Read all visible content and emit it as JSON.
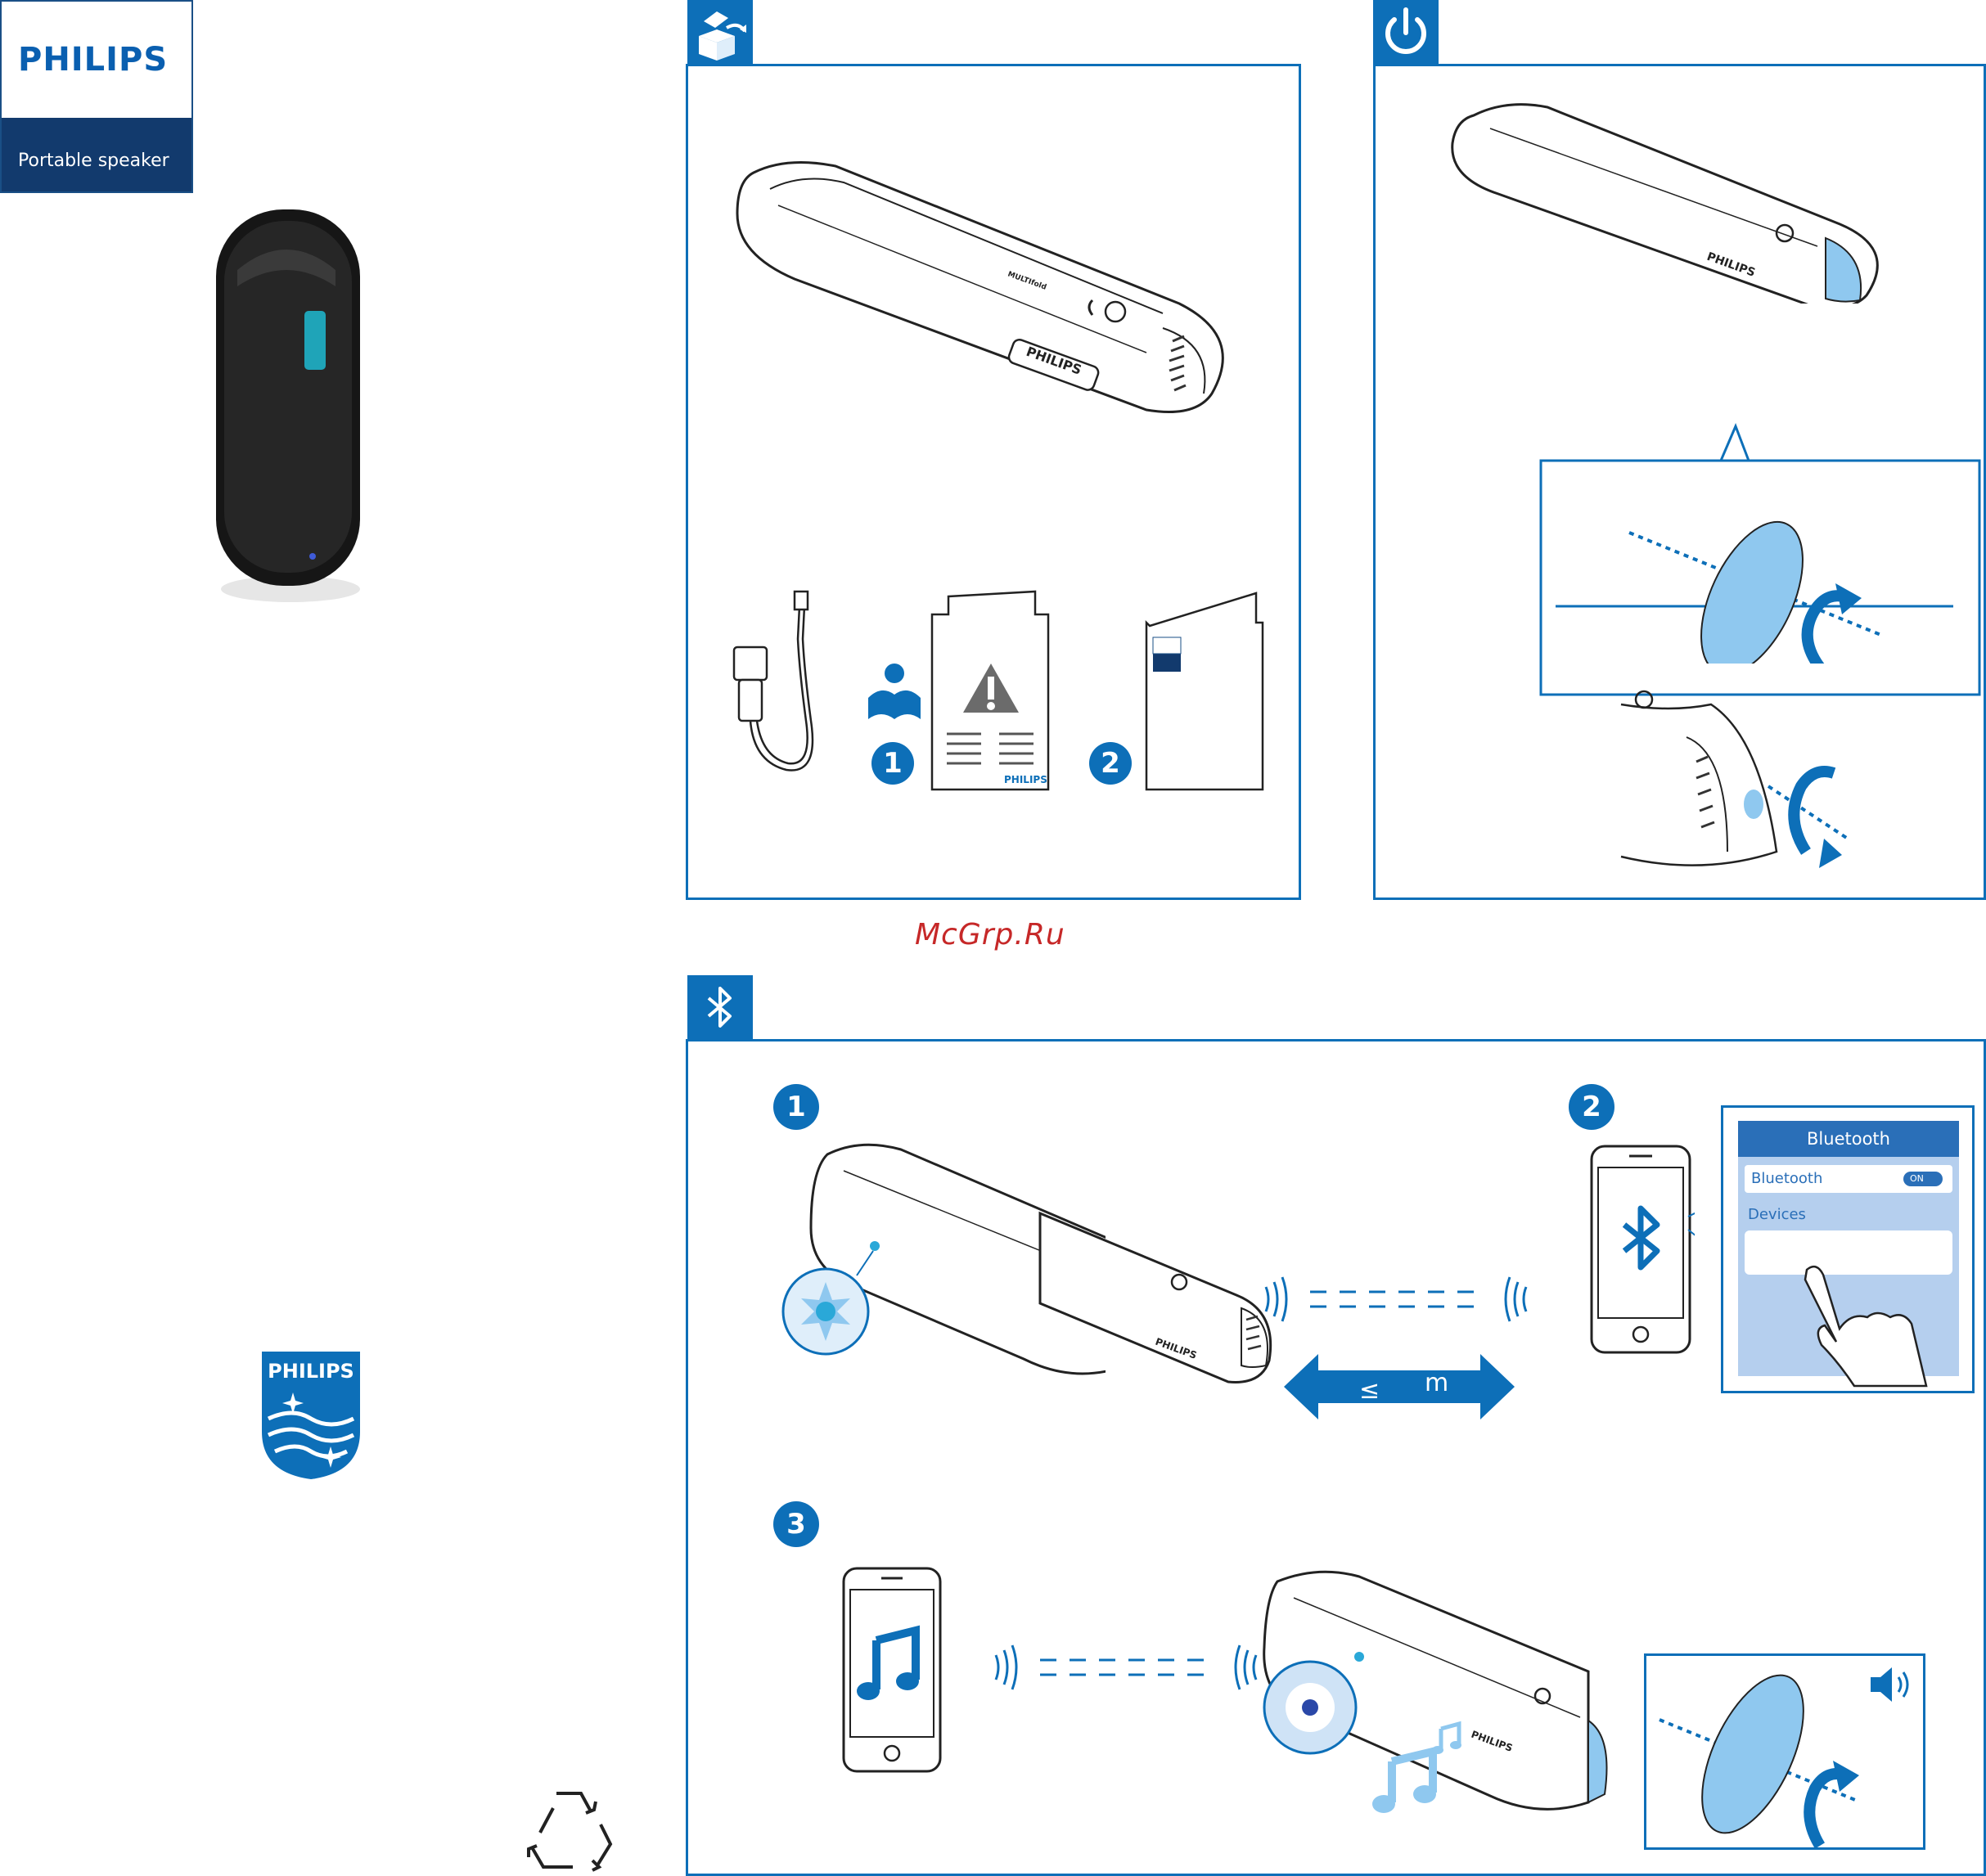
{
  "brand": {
    "logo": "PHILIPS",
    "product": "Portable speaker"
  },
  "watermark": "McGrp.Ru",
  "box_section": {
    "step1": "1",
    "step2": "2",
    "leaflet_brand": "PHILIPS",
    "speaker_brand": "PHILIPS"
  },
  "power_section": {
    "speaker_brand": "PHILIPS"
  },
  "bluetooth_section": {
    "step1": "1",
    "step2": "2",
    "step3": "3",
    "range_symbol": "≤",
    "range_unit": "m",
    "phone_screen": {
      "title": "Bluetooth",
      "row_label": "Bluetooth",
      "toggle": "ON",
      "devices": "Devices"
    },
    "speaker_brand": "PHILIPS"
  },
  "colors": {
    "accent": "#0d6fb8",
    "light_blue": "#8fc8ef",
    "cyan": "#2aa8d8",
    "dark": "#1f1f1f"
  }
}
